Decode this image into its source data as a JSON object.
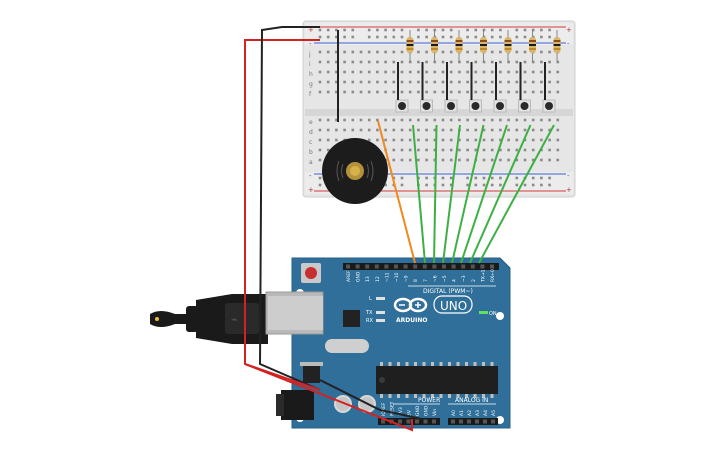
{
  "breadboard": {
    "rail_plus": "+",
    "rail_minus": "-",
    "row_letters_top": [
      "j",
      "i",
      "h",
      "g",
      "f"
    ],
    "row_letters_bottom": [
      "e",
      "d",
      "c",
      "b",
      "a"
    ]
  },
  "buzzer": {
    "name": "piezo buzzer"
  },
  "resistors": {
    "count": 7
  },
  "pushbuttons": {
    "count": 7
  },
  "arduino": {
    "brand": "ARDUINO",
    "model": "UNO",
    "on_label": "ON",
    "digital_label": "DIGITAL (PWM~)",
    "power_label": "POWER",
    "analog_label": "ANALOG IN",
    "l_label": "L",
    "tx_label": "TX",
    "rx_label": "RX",
    "digital_pins": [
      "AREF",
      "GND",
      "13",
      "12",
      "~11",
      "~10",
      "~9",
      "8",
      "7",
      "~6",
      "~5",
      "4",
      "~3",
      "2",
      "TX→1",
      "RX←0"
    ],
    "power_pins": [
      "IOREF",
      "RESET",
      "3V3",
      "5V",
      "GND",
      "GND",
      "Vin"
    ],
    "analog_pins": [
      "A0",
      "A1",
      "A2",
      "A3",
      "A4",
      "A5"
    ]
  },
  "wires": {
    "colors": {
      "red": "#d42121",
      "black": "#222222",
      "green": "#3cb043",
      "orange": "#f08a1c"
    }
  },
  "colors": {
    "board_blue": "#2f6f99",
    "breadboard": "#e8e8e8",
    "usb": "#1a1a1a"
  }
}
